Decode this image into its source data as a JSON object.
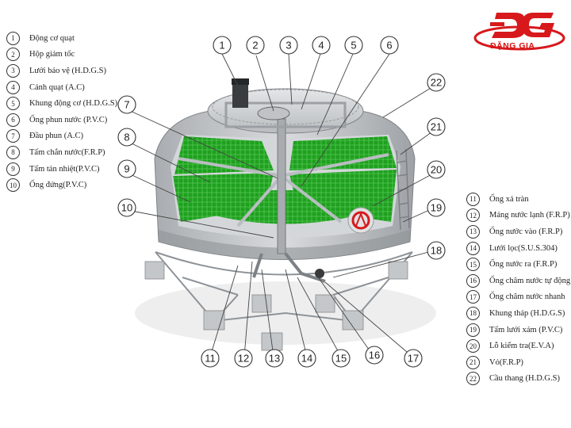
{
  "brand": {
    "logo_text": "ĐG",
    "name": "ĐẶNG GIA",
    "color": "#d7191c"
  },
  "legend_left": [
    {
      "num": "1",
      "label": "Động cơ quạt"
    },
    {
      "num": "2",
      "label": "Hộp giảm tốc"
    },
    {
      "num": "3",
      "label": "Lưới bảo vệ (H.D.G.S)"
    },
    {
      "num": "4",
      "label": "Cánh quạt (A.C)"
    },
    {
      "num": "5",
      "label": "Khung động cơ (H.D.G.S)"
    },
    {
      "num": "6",
      "label": "Ống phun nước (P.V.C)"
    },
    {
      "num": "7",
      "label": "Đầu phun (A.C)"
    },
    {
      "num": "8",
      "label": "Tấm chắn nước(F.R.P)"
    },
    {
      "num": "9",
      "label": "Tấm tản nhiệt(P.V.C)"
    },
    {
      "num": "10",
      "label": "Ống đứng(P.V.C)"
    }
  ],
  "legend_right": [
    {
      "num": "11",
      "label": "Ống xả tràn"
    },
    {
      "num": "12",
      "label": "Máng nước lạnh (F.R.P)"
    },
    {
      "num": "13",
      "label": "Ống nước vào (F.R.P)"
    },
    {
      "num": "14",
      "label": "Lưới lọc(S.U.S.304)"
    },
    {
      "num": "15",
      "label": "Ống nước ra (F.R.P)"
    },
    {
      "num": "16",
      "label": "Ống châm nước tự động"
    },
    {
      "num": "17",
      "label": "Ống châm nước nhanh"
    },
    {
      "num": "18",
      "label": "Khung tháp (H.D.G.S)"
    },
    {
      "num": "19",
      "label": "Tấm lưới xám (P.V.C)"
    },
    {
      "num": "20",
      "label": "Lỗ kiểm tra(E.V.A)"
    },
    {
      "num": "21",
      "label": "Vỏ(F.R.P)"
    },
    {
      "num": "22",
      "label": "Cầu thang (H.D.G.S)"
    }
  ],
  "colors": {
    "fill_green": "#1fa01f",
    "shell_grey": "#c9ccce",
    "frame_grey": "#8e9398"
  }
}
